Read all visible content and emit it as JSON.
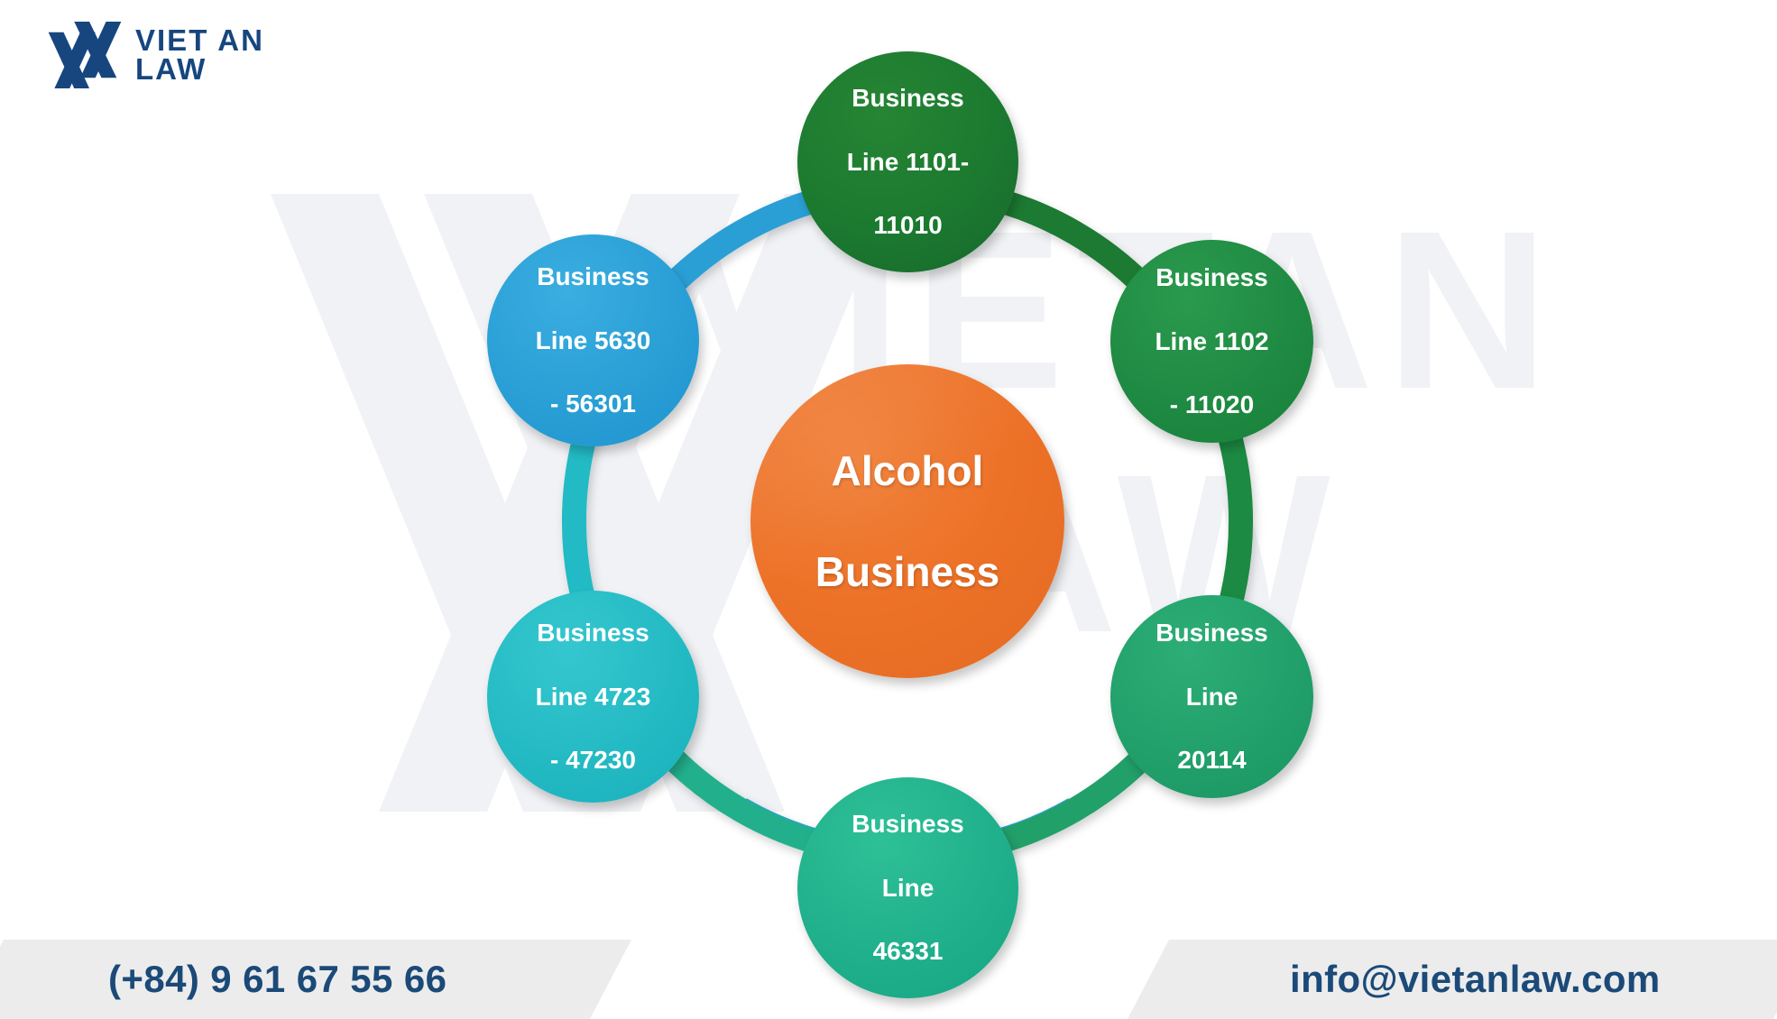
{
  "brand": {
    "logo_line1": "VIET AN",
    "logo_line2": "LAW",
    "logo_mark_icon": "viet-an-interlocking-x-logo-icon",
    "logo_color": "#17467f",
    "watermark_mark_icon": "viet-an-x-watermark-icon",
    "watermark_line1": "VIETAN",
    "watermark_line2": "LAW",
    "watermark_color": "#f1f2f5"
  },
  "diagram": {
    "type": "hub-and-spoke-cycle",
    "center": {
      "label": "Alcohol\nBusiness",
      "line1": "Alcohol",
      "line2": "Business",
      "color": "#ed7228"
    },
    "nodes": [
      {
        "position": "north",
        "label": "Business Line 1101-11010",
        "line1": "Business",
        "line2": "Line 1101-",
        "line3": "11010",
        "color": "#1c7a30"
      },
      {
        "position": "north-east",
        "label": "Business Line 1102 - 11020",
        "line1": "Business",
        "line2": "Line 1102",
        "line3": "- 11020",
        "color": "#1f8a43"
      },
      {
        "position": "south-east",
        "label": "Business Line 20114",
        "line1": "Business",
        "line2": "Line",
        "line3": "20114",
        "color": "#22a06b"
      },
      {
        "position": "south",
        "label": "Business Line 46331",
        "line1": "Business",
        "line2": "Line",
        "line3": "46331",
        "color": "#20b08c"
      },
      {
        "position": "south-west",
        "label": "Business Line 4723 - 47230",
        "line1": "Business",
        "line2": "Line 4723",
        "line3": "- 47230",
        "color": "#24bac4"
      },
      {
        "position": "north-west",
        "label": "Business Line 5630 - 56301",
        "line1": "Business",
        "line2": "Line 5630",
        "line3": "- 56301",
        "color": "#2a9fd6"
      }
    ],
    "connector_colors": [
      "#2a9fd6",
      "#1c7a30",
      "#1f8a43",
      "#22a06b",
      "#20b08c",
      "#24bac4"
    ]
  },
  "footer": {
    "phone": "(+84) 9 61 67 55 66",
    "email": "info@vietanlaw.com",
    "text_color": "#1b4a78",
    "band_color": "#ececed"
  }
}
